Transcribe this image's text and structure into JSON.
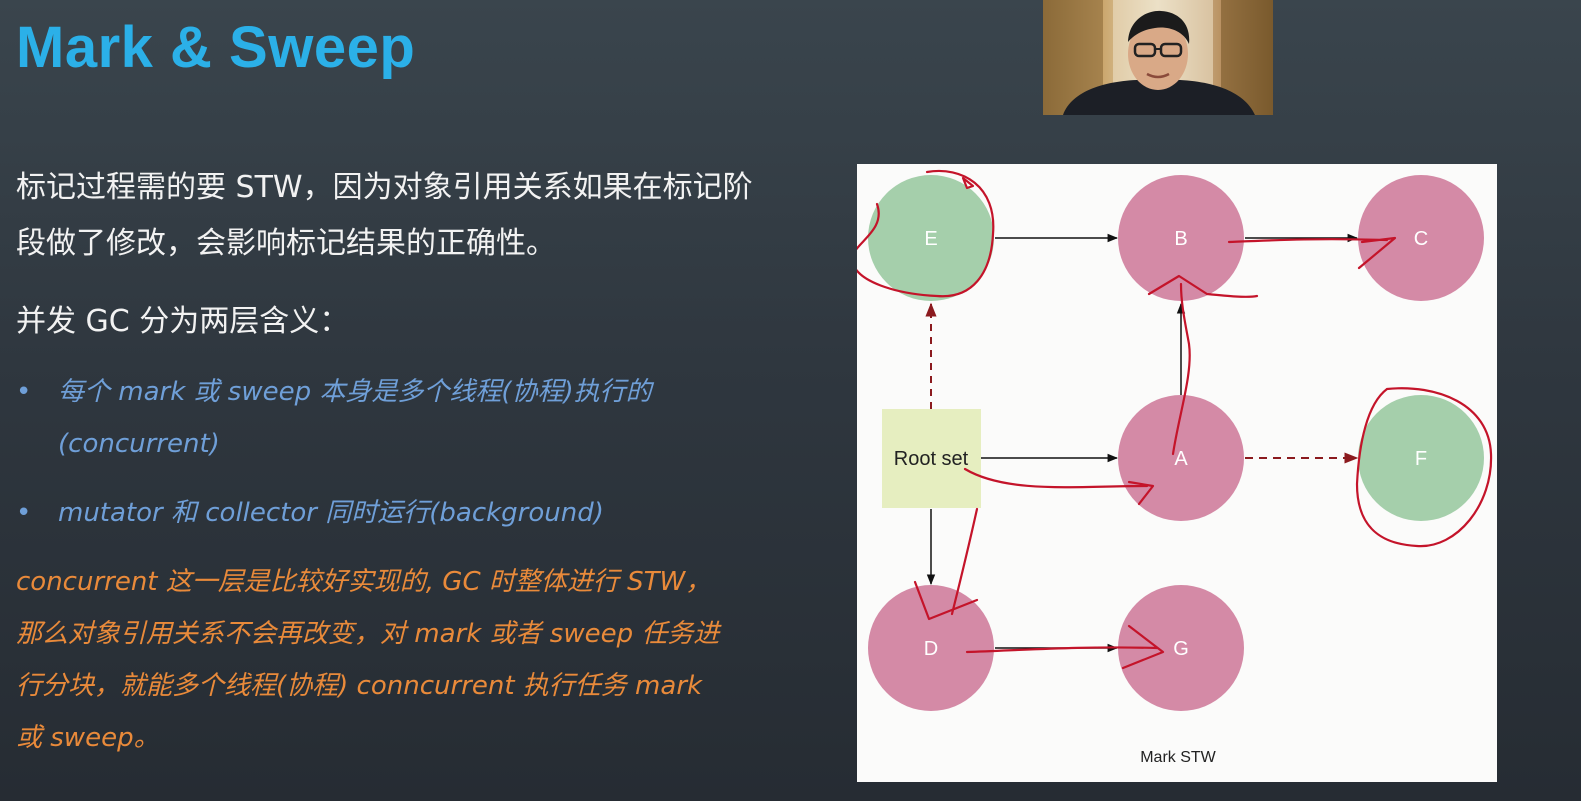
{
  "slide": {
    "title": "Mark & Sweep",
    "paragraph1": "标记过程需的要 STW，因为对象引用关系如果在标记阶段做了修改，会影响标记结果的正确性。",
    "paragraph2": "并发 GC 分为两层含义：",
    "bullets": [
      "每个 mark 或 sweep 本身是多个线程(协程)执行的 (concurrent)",
      "mutator 和 collector 同时运行(background)"
    ],
    "bullet_marker": "•",
    "note": "concurrent 这一层是比较好实现的, GC 时整体进行 STW，那么对象引用关系不会再改变，对 mark 或者 sweep 任务进行分块，就能多个线程(协程) conncurrent 执行任务 mark 或 sweep。"
  },
  "diagram": {
    "caption": "Mark STW",
    "root_label": "Root set",
    "colors": {
      "marked": "#a5cfab",
      "unmarked": "#d48aa6",
      "root": "#e6eec0",
      "annotation": "#c4142a"
    },
    "nodes": [
      {
        "id": "E",
        "label": "E",
        "state": "marked"
      },
      {
        "id": "B",
        "label": "B",
        "state": "unmarked"
      },
      {
        "id": "C",
        "label": "C",
        "state": "unmarked"
      },
      {
        "id": "A",
        "label": "A",
        "state": "unmarked"
      },
      {
        "id": "F",
        "label": "F",
        "state": "marked"
      },
      {
        "id": "D",
        "label": "D",
        "state": "unmarked"
      },
      {
        "id": "G",
        "label": "G",
        "state": "unmarked"
      }
    ],
    "edges": [
      {
        "from": "Root",
        "to": "E",
        "style": "dashed"
      },
      {
        "from": "Root",
        "to": "A",
        "style": "solid"
      },
      {
        "from": "Root",
        "to": "D",
        "style": "solid"
      },
      {
        "from": "E",
        "to": "B",
        "style": "solid"
      },
      {
        "from": "B",
        "to": "C",
        "style": "solid"
      },
      {
        "from": "A",
        "to": "B",
        "style": "solid"
      },
      {
        "from": "A",
        "to": "F",
        "style": "dashed"
      },
      {
        "from": "D",
        "to": "G",
        "style": "solid"
      }
    ]
  },
  "webcam": {
    "icon": "presenter-video-feed"
  }
}
